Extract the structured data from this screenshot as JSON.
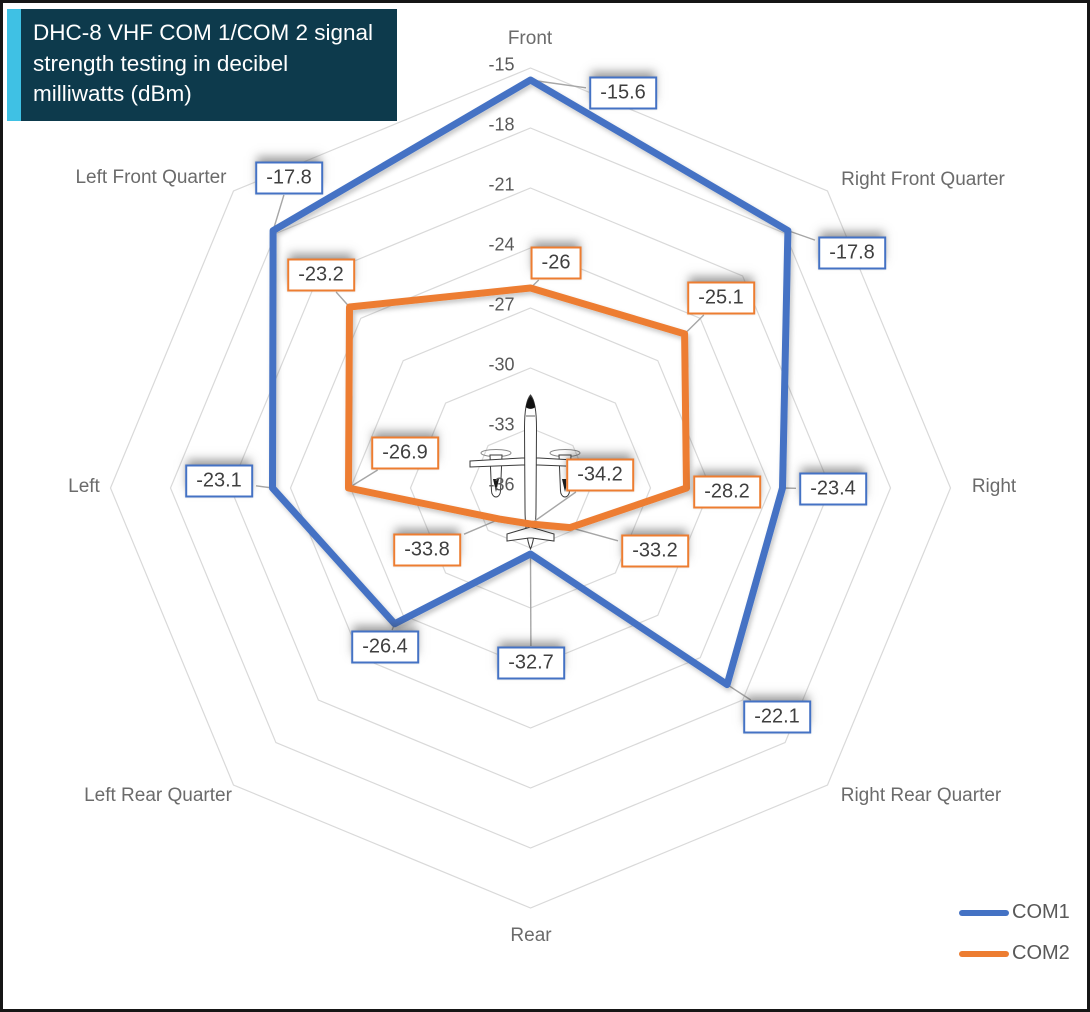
{
  "title": {
    "text": "DHC-8 VHF COM 1/COM 2 signal strength testing in decibel milliwatts (dBm)"
  },
  "chart_data": {
    "type": "radar",
    "categories": [
      "Front",
      "Right Front Quarter",
      "Right",
      "Right Rear Quarter",
      "Rear",
      "Left Rear Quarter",
      "Left",
      "Left Front Quarter"
    ],
    "series": [
      {
        "name": "COM1",
        "color": "#4472C4",
        "values": [
          -15.6,
          -17.8,
          -23.4,
          -22.1,
          -32.7,
          -26.4,
          -23.1,
          -17.8
        ]
      },
      {
        "name": "COM2",
        "color": "#ED7D31",
        "values": [
          -26,
          -25.1,
          -28.2,
          -33.2,
          -34.2,
          -33.8,
          -26.9,
          -23.2
        ]
      }
    ],
    "radial_axis": {
      "ticks": [
        -15,
        -18,
        -21,
        -24,
        -27,
        -30,
        -33,
        -36
      ],
      "max": -15,
      "min": -36,
      "unit": "dBm"
    },
    "legend": {
      "position": "bottom-right",
      "entries": [
        "COM1",
        "COM2"
      ]
    },
    "grid": "concentric-octagons",
    "center_icon": "dhc8-aircraft-top-view"
  },
  "colors": {
    "com1": "#4472C4",
    "com2": "#ED7D31",
    "title_background": "#0D3A4C",
    "title_accent": "#3FC1E4",
    "gridline": "#D9D9D9",
    "leader_line": "#A6A6A6",
    "label_text": "#3f3f3f",
    "axis_text": "#595959"
  }
}
